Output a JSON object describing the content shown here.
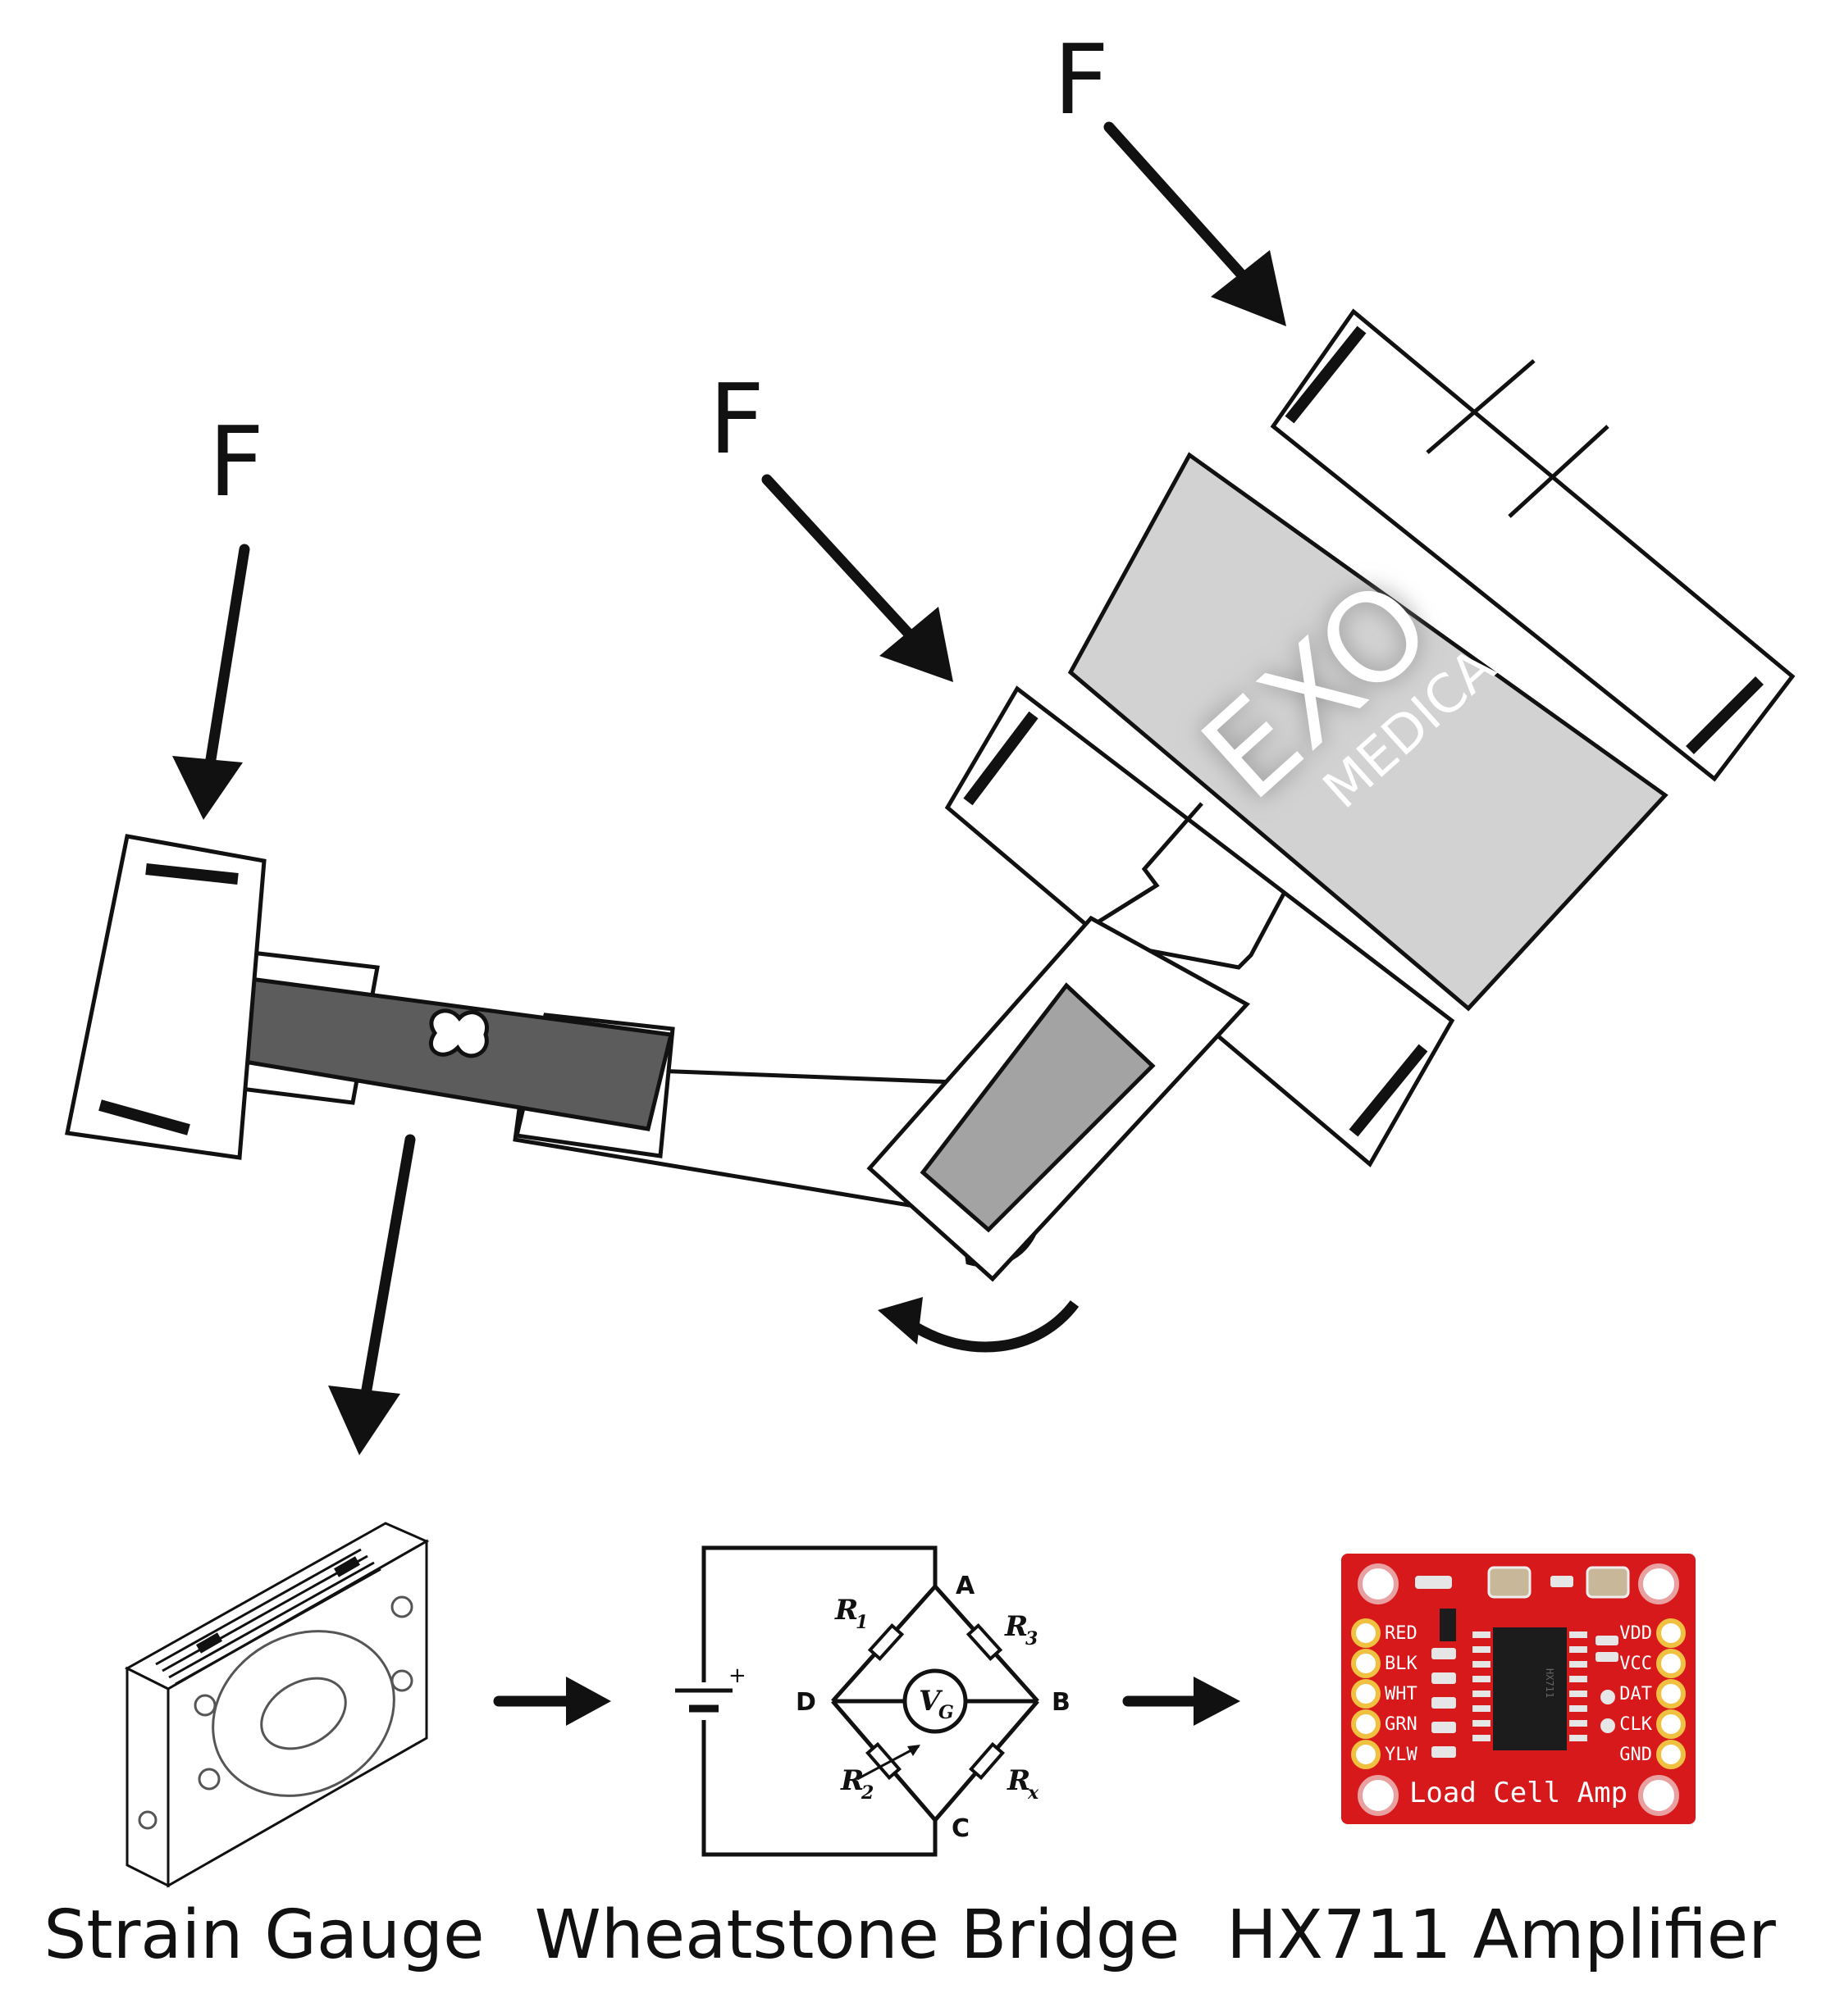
{
  "forces": {
    "left_label": "F",
    "middle_label": "F",
    "right_label": "F"
  },
  "device": {
    "logo_main": "EXO",
    "logo_sub": "MEDICAL"
  },
  "bridge": {
    "nodes": {
      "a": "A",
      "b": "B",
      "c": "C",
      "d": "D"
    },
    "resistors": {
      "r1": {
        "label": "R",
        "subscript": "1"
      },
      "r2": {
        "label": "R",
        "subscript": "2"
      },
      "r3": {
        "label": "R",
        "subscript": "3"
      },
      "rx": {
        "label": "R",
        "subscript": "x"
      }
    },
    "galvanometer": {
      "label": "V",
      "subscript": "G"
    },
    "battery_sign": "+"
  },
  "amplifier_board": {
    "left_pins": [
      "RED",
      "BLK",
      "WHT",
      "GRN",
      "YLW"
    ],
    "right_pins": [
      "VDD",
      "VCC",
      "DAT",
      "CLK",
      "GND"
    ],
    "board_label": "Load Cell Amp",
    "board_color": "#d7191c"
  },
  "captions": {
    "strain_gauge": "Strain Gauge",
    "wheatstone_bridge": "Wheatstone Bridge",
    "hx711_amplifier": "HX711 Amplifier"
  },
  "colors": {
    "dark_gray": "#5c5c5c",
    "medium_gray": "#a3a3a3",
    "light_gray": "#d2d2d2"
  }
}
